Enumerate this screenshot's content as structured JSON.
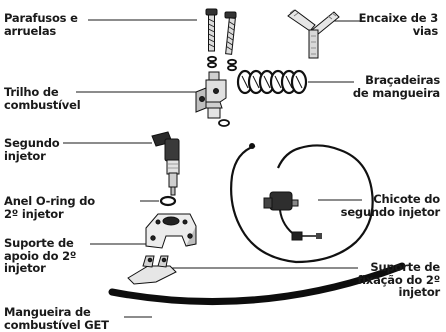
{
  "labels": {
    "screws": [
      "Parafusos e",
      "arruelas"
    ],
    "tee": [
      "Encaixe de 3",
      "vias"
    ],
    "rail": [
      "Trilho de",
      "combustível"
    ],
    "clamps": [
      "Braçadeiras",
      "de mangueira"
    ],
    "injector": [
      "Segundo",
      "injetor"
    ],
    "harness": [
      "Chicote do",
      "segundo injetor"
    ],
    "oring": [
      "Anel O-ring do",
      "2º injetor"
    ],
    "support": [
      "Suporte de",
      "apoio do 2º",
      "injetor"
    ],
    "bracket": [
      "Suporte de",
      "fixação do 2º",
      "injetor"
    ],
    "hose": [
      "Mangueira de",
      "combustível GET"
    ]
  },
  "icons": [
    "screws-icon",
    "washers-icon",
    "tee-fitting-icon",
    "fuel-rail-icon",
    "hose-clamps-icon",
    "injector-icon",
    "o-ring-icon",
    "wiring-harness-icon",
    "injector-support-icon",
    "mounting-bracket-icon",
    "fuel-hose-icon"
  ],
  "colors": {
    "text": "#1a1a1a",
    "line": "#1a1a1a",
    "hose": "#0d0d0d"
  }
}
